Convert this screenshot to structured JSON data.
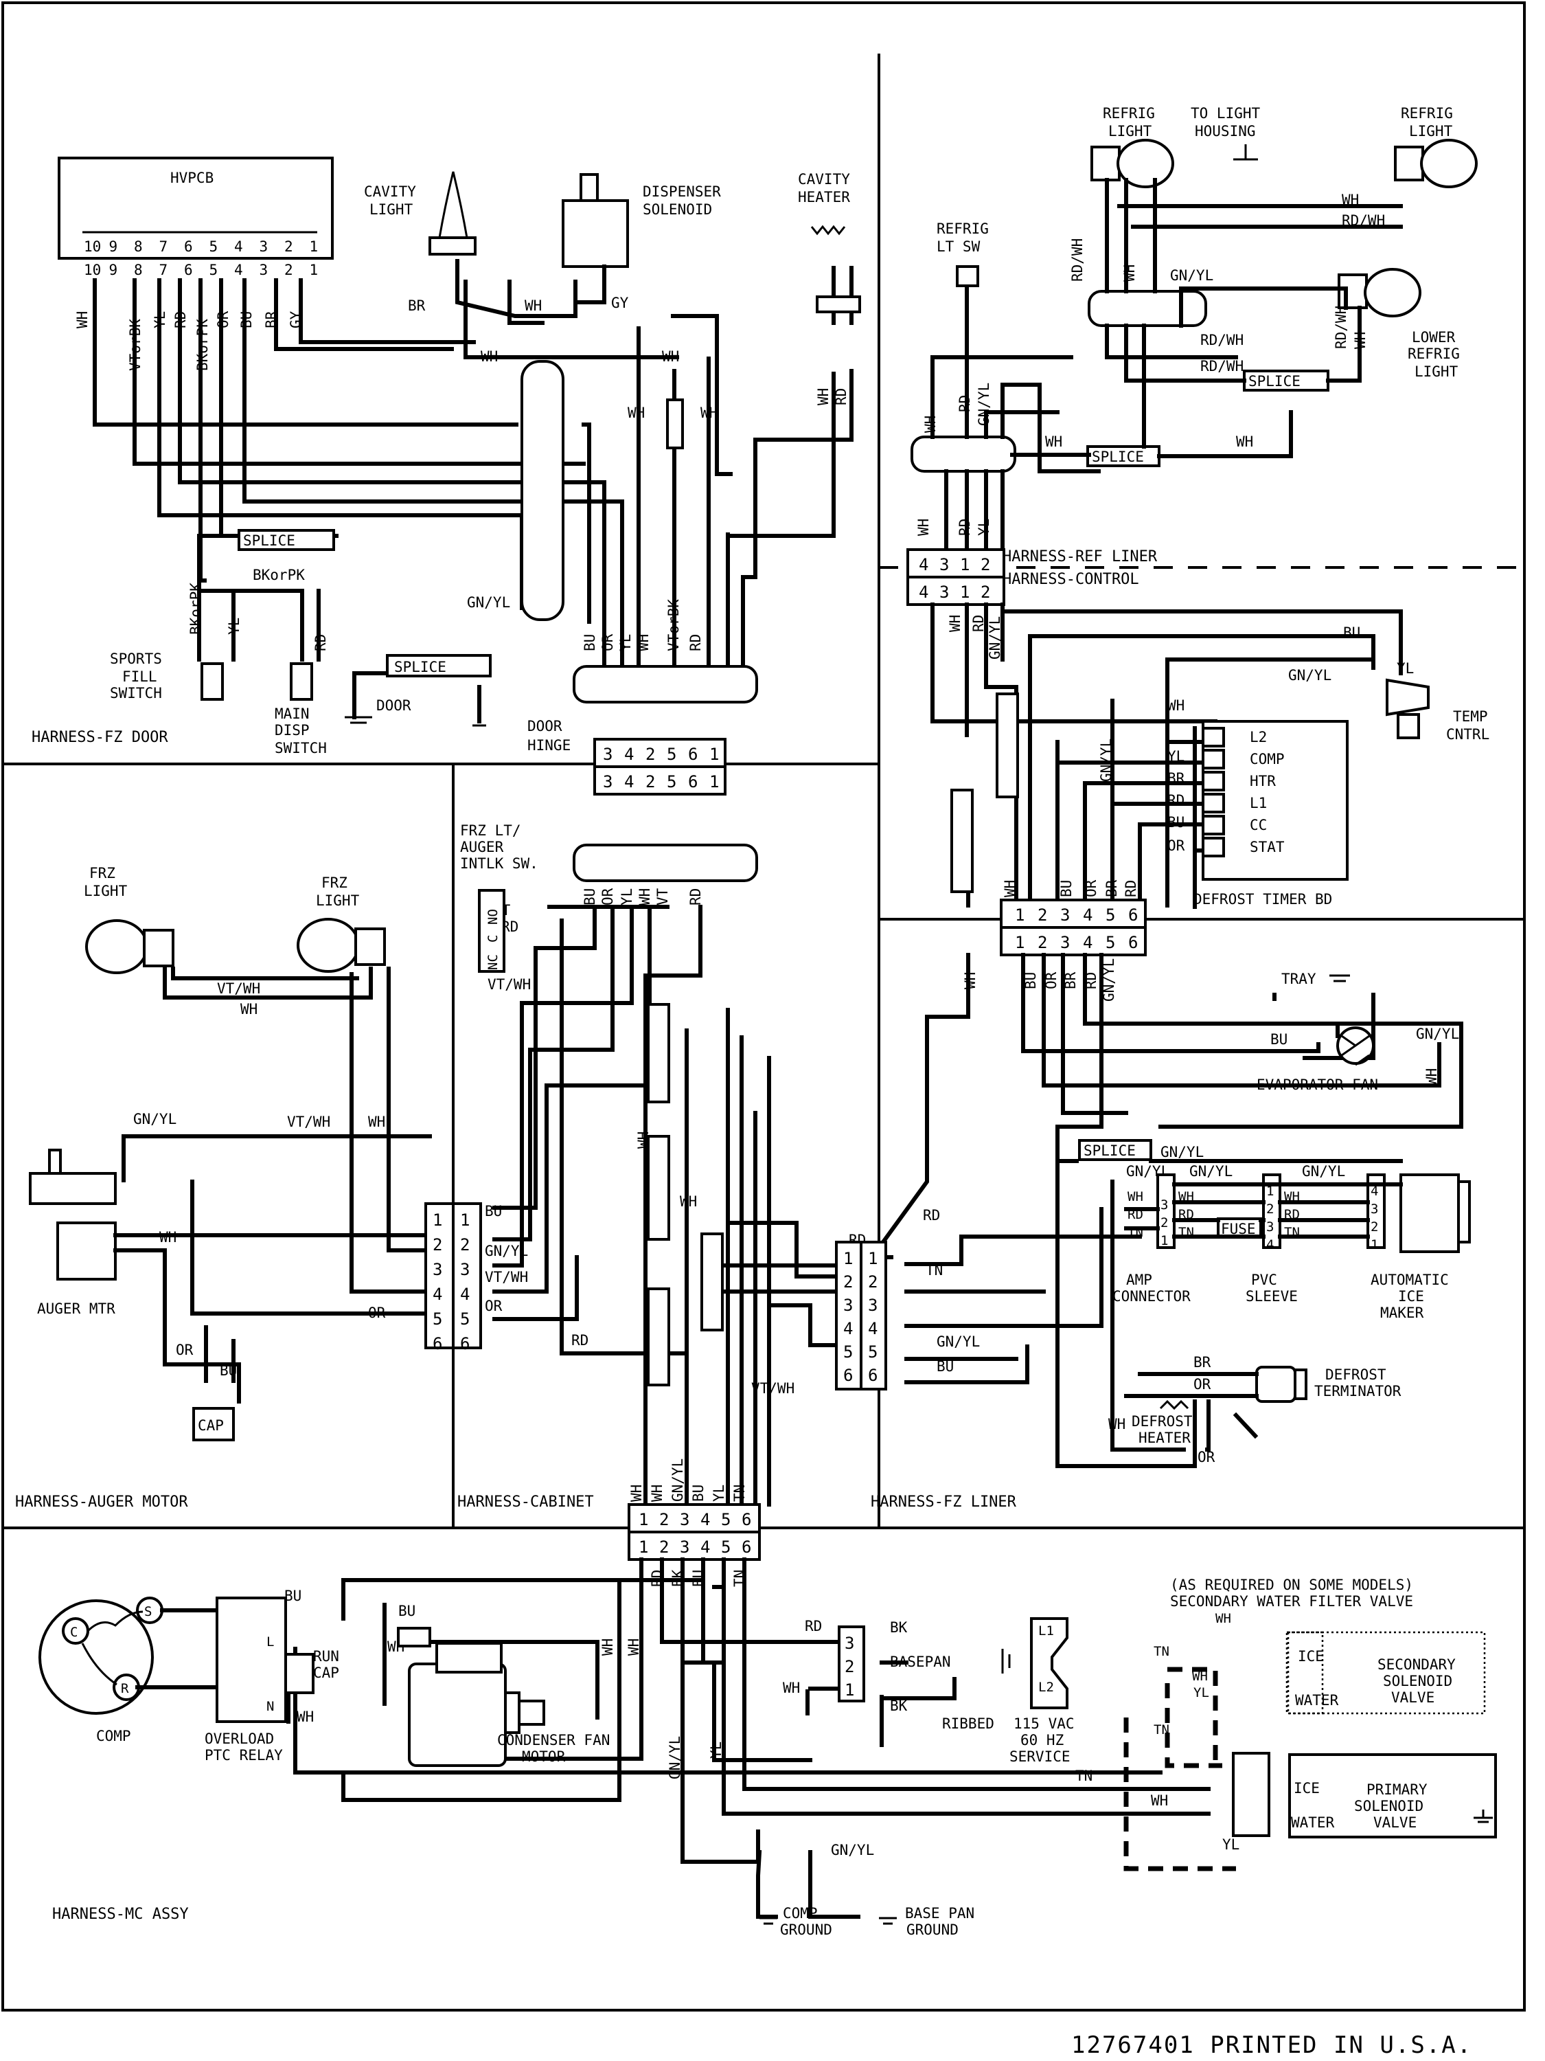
{
  "document": {
    "footer": "12767401 PRINTED  IN U.S.A."
  },
  "sections": {
    "fz_door": "HARNESS-FZ DOOR",
    "auger_motor": "HARNESS-AUGER MOTOR",
    "cabinet": "HARNESS-CABINET",
    "fz_liner": "HARNESS-FZ LINER",
    "mc_assy": "HARNESS-MC ASSY",
    "ref_liner": "HARNESS-REF LINER",
    "control": "HARNESS-CONTROL"
  },
  "components": {
    "hvpcb": "HVPCB",
    "cavity_light": [
      "CAVITY",
      "LIGHT"
    ],
    "dispenser_solenoid": [
      "DISPENSER",
      "SOLENOID"
    ],
    "cavity_heater": [
      "CAVITY",
      "HEATER"
    ],
    "sports_fill_switch": [
      "SPORTS",
      "FILL",
      "SWITCH"
    ],
    "main_disp_switch": [
      "MAIN",
      "DISP",
      "SWITCH"
    ],
    "door": "DOOR",
    "door_hinge": [
      "DOOR",
      "HINGE"
    ],
    "frz_lt_auger_sw": [
      "FRZ LT/",
      "AUGER",
      "INTLK SW."
    ],
    "frz_light_left": [
      "FRZ",
      "LIGHT"
    ],
    "frz_light_right": [
      "FRZ",
      "LIGHT"
    ],
    "auger_mtr": "AUGER MTR",
    "cap": "CAP",
    "refrig_light_left": [
      "REFRIG",
      "LIGHT"
    ],
    "to_light_housing": [
      "TO LIGHT",
      "HOUSING"
    ],
    "refrig_light_right": [
      "REFRIG",
      "LIGHT"
    ],
    "refrig_lt_sw": [
      "REFRIG",
      "LT SW"
    ],
    "lower_refrig_light": [
      "LOWER",
      "REFRIG",
      "LIGHT"
    ],
    "temp_cntrl": [
      "TEMP",
      "CNTRL"
    ],
    "defrost_timer_bd": "DEFROST TIMER BD",
    "tray": "TRAY",
    "evaporator_fan": "EVAPORATOR FAN",
    "amp_connector": [
      "AMP",
      "CONNECTOR"
    ],
    "pvc_sleeve": [
      "PVC",
      "SLEEVE"
    ],
    "automatic_ice_maker": [
      "AUTOMATIC",
      "ICE",
      "MAKER"
    ],
    "fuse": "FUSE",
    "defrost_terminator": [
      "DEFROST",
      "TERMINATOR"
    ],
    "defrost_heater": [
      "DEFROST",
      "HEATER"
    ],
    "comp": "COMP",
    "overload": [
      "OVERLOAD",
      "PTC RELAY"
    ],
    "run_cap": [
      "RUN",
      "CAP"
    ],
    "condenser_fan_motor": [
      "CONDENSER FAN",
      "MOTOR"
    ],
    "basepan": "BASEPAN",
    "ribbed": "RIBBED",
    "service": [
      "115 VAC",
      "60 HZ",
      "SERVICE"
    ],
    "secondary_note": [
      "(AS REQUIRED ON SOME MODELS)",
      "SECONDARY WATER FILTER VALVE"
    ],
    "secondary_valve": [
      "SECONDARY",
      "SOLENOID",
      "VALVE"
    ],
    "primary_valve": [
      "PRIMARY",
      "SOLENOID",
      "VALVE"
    ],
    "ice": "ICE",
    "water": "WATER",
    "comp_ground": [
      "COMP",
      "GROUND"
    ],
    "base_pan_ground": [
      "BASE PAN",
      "GROUND"
    ],
    "splice": "SPLICE",
    "motor_pins": [
      "C",
      "S",
      "R"
    ],
    "timer_terminals": [
      "L2",
      "COMP",
      "HTR",
      "L1",
      "CC",
      "STAT"
    ],
    "auger_switch_pins": [
      "NC",
      "C",
      "NO"
    ],
    "relay_pins": [
      "L",
      "N"
    ],
    "plug_l1": "L1",
    "plug_l2": "L2"
  },
  "connectors": {
    "hvpcb_pins": [
      "10",
      "9",
      "8",
      "7",
      "6",
      "5",
      "4",
      "3",
      "2",
      "1"
    ],
    "door_hinge_pins": [
      "3",
      "4",
      "2",
      "5",
      "6",
      "1"
    ],
    "ref_liner_pins": [
      "4",
      "3",
      "1",
      "2"
    ],
    "six_pin": [
      "1",
      "2",
      "3",
      "4",
      "5",
      "6"
    ],
    "three_pin": [
      "3",
      "2",
      "1"
    ],
    "four_pin": [
      "1",
      "2",
      "3",
      "4"
    ],
    "four_pin_desc": [
      "4",
      "3",
      "2",
      "1"
    ]
  },
  "wires": {
    "WH": "WH",
    "BK": "BK",
    "YL": "YL",
    "RD": "RD",
    "OR": "OR",
    "BU": "BU",
    "BR": "BR",
    "GY": "GY",
    "TN": "TN",
    "VT": "VT",
    "GNYL": "GN/YL",
    "VTWH": "VT/WH",
    "RDWH": "RD/WH",
    "VTorBK": "VTorBK",
    "BKorPK": "BKorPK"
  }
}
